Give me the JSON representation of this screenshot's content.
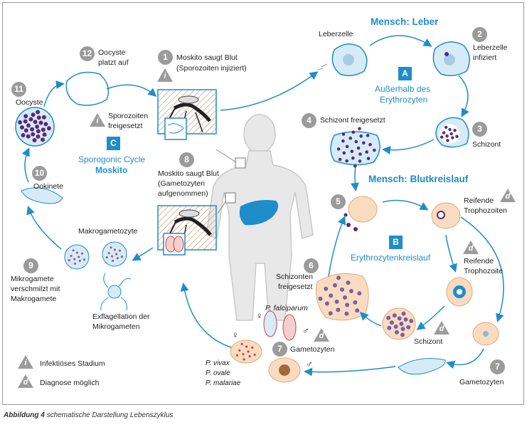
{
  "caption": {
    "label": "Abbildung 4",
    "text": "schematische Darstellung Lebenszyklus"
  },
  "headings": {
    "liver": "Mensch: Leber",
    "blood": "Mensch: Blutkreislauf"
  },
  "cycles": {
    "A": {
      "letter": "A",
      "line1": "Außerhalb des",
      "line2": "Erythrozyten"
    },
    "B": {
      "letter": "B",
      "line1": "Erythrozytenkreislauf"
    },
    "C": {
      "letter": "C",
      "line1": "Sporogonic Cycle",
      "line2": "Moskito"
    }
  },
  "stages": {
    "s1": {
      "num": "1",
      "line1": "Moskito saugt Blut",
      "line2": "(Sporozoiten injiziert)"
    },
    "leberzelle": {
      "text": "Leberzelle"
    },
    "s2": {
      "num": "2",
      "line1": "Leberzelle",
      "line2": "infiziert"
    },
    "s3": {
      "num": "3",
      "line1": "Schizont"
    },
    "s4": {
      "num": "4",
      "line1": "Schizont freigesetzt"
    },
    "s5": {
      "num": "5"
    },
    "trophA": {
      "line1": "Reifende",
      "line2": "Trophozoiten"
    },
    "trophB": {
      "line1": "Reifende",
      "line2": "Trophozoite"
    },
    "schizontB": {
      "line1": "Schizont"
    },
    "s6": {
      "num": "6",
      "line1": "Schizonten",
      "line2": "freigesetzt"
    },
    "s7a": {
      "num": "7",
      "line1": "Gametozyten"
    },
    "s7b": {
      "num": "7",
      "line1": "Gametozyten"
    },
    "s8": {
      "num": "8",
      "line1": "Moskito saugt Blut",
      "line2": "(Gametozyten",
      "line3": "aufgenommen)"
    },
    "makro": {
      "text": "Makrogametozyte"
    },
    "exfl": {
      "line1": "Exflagellation der",
      "line2": "Mikrogameten"
    },
    "s9": {
      "num": "9",
      "line1": "Mikrogamete",
      "line2": "verschmilzt mit",
      "line3": "Makrogamete"
    },
    "s10": {
      "num": "10",
      "line1": "Ookinete"
    },
    "s11": {
      "num": "11",
      "line1": "Oocyste"
    },
    "s12": {
      "num": "12",
      "line1": "Oocyste",
      "line2": "platzt auf"
    },
    "sporo": {
      "line1": "Sporozoiten",
      "line2": "freigesetzt"
    }
  },
  "species": {
    "falciparum": "P. falciparum",
    "vivax": "P. vivax",
    "ovale": "P. ovale",
    "malariae": "P. malariae",
    "female": "♀",
    "male": "♂"
  },
  "legend": {
    "infective_symbol": "i",
    "infective": "Infektiöses Stadium",
    "diagnostic_symbol": "d",
    "diagnostic": "Diagnose möglich"
  },
  "colors": {
    "arrow": "#1f8dc9",
    "accent": "#1f8dc9",
    "badge": "#9b9b9b",
    "cell_fill": "#f9dcc0",
    "parasite": "#5a2a7a"
  }
}
